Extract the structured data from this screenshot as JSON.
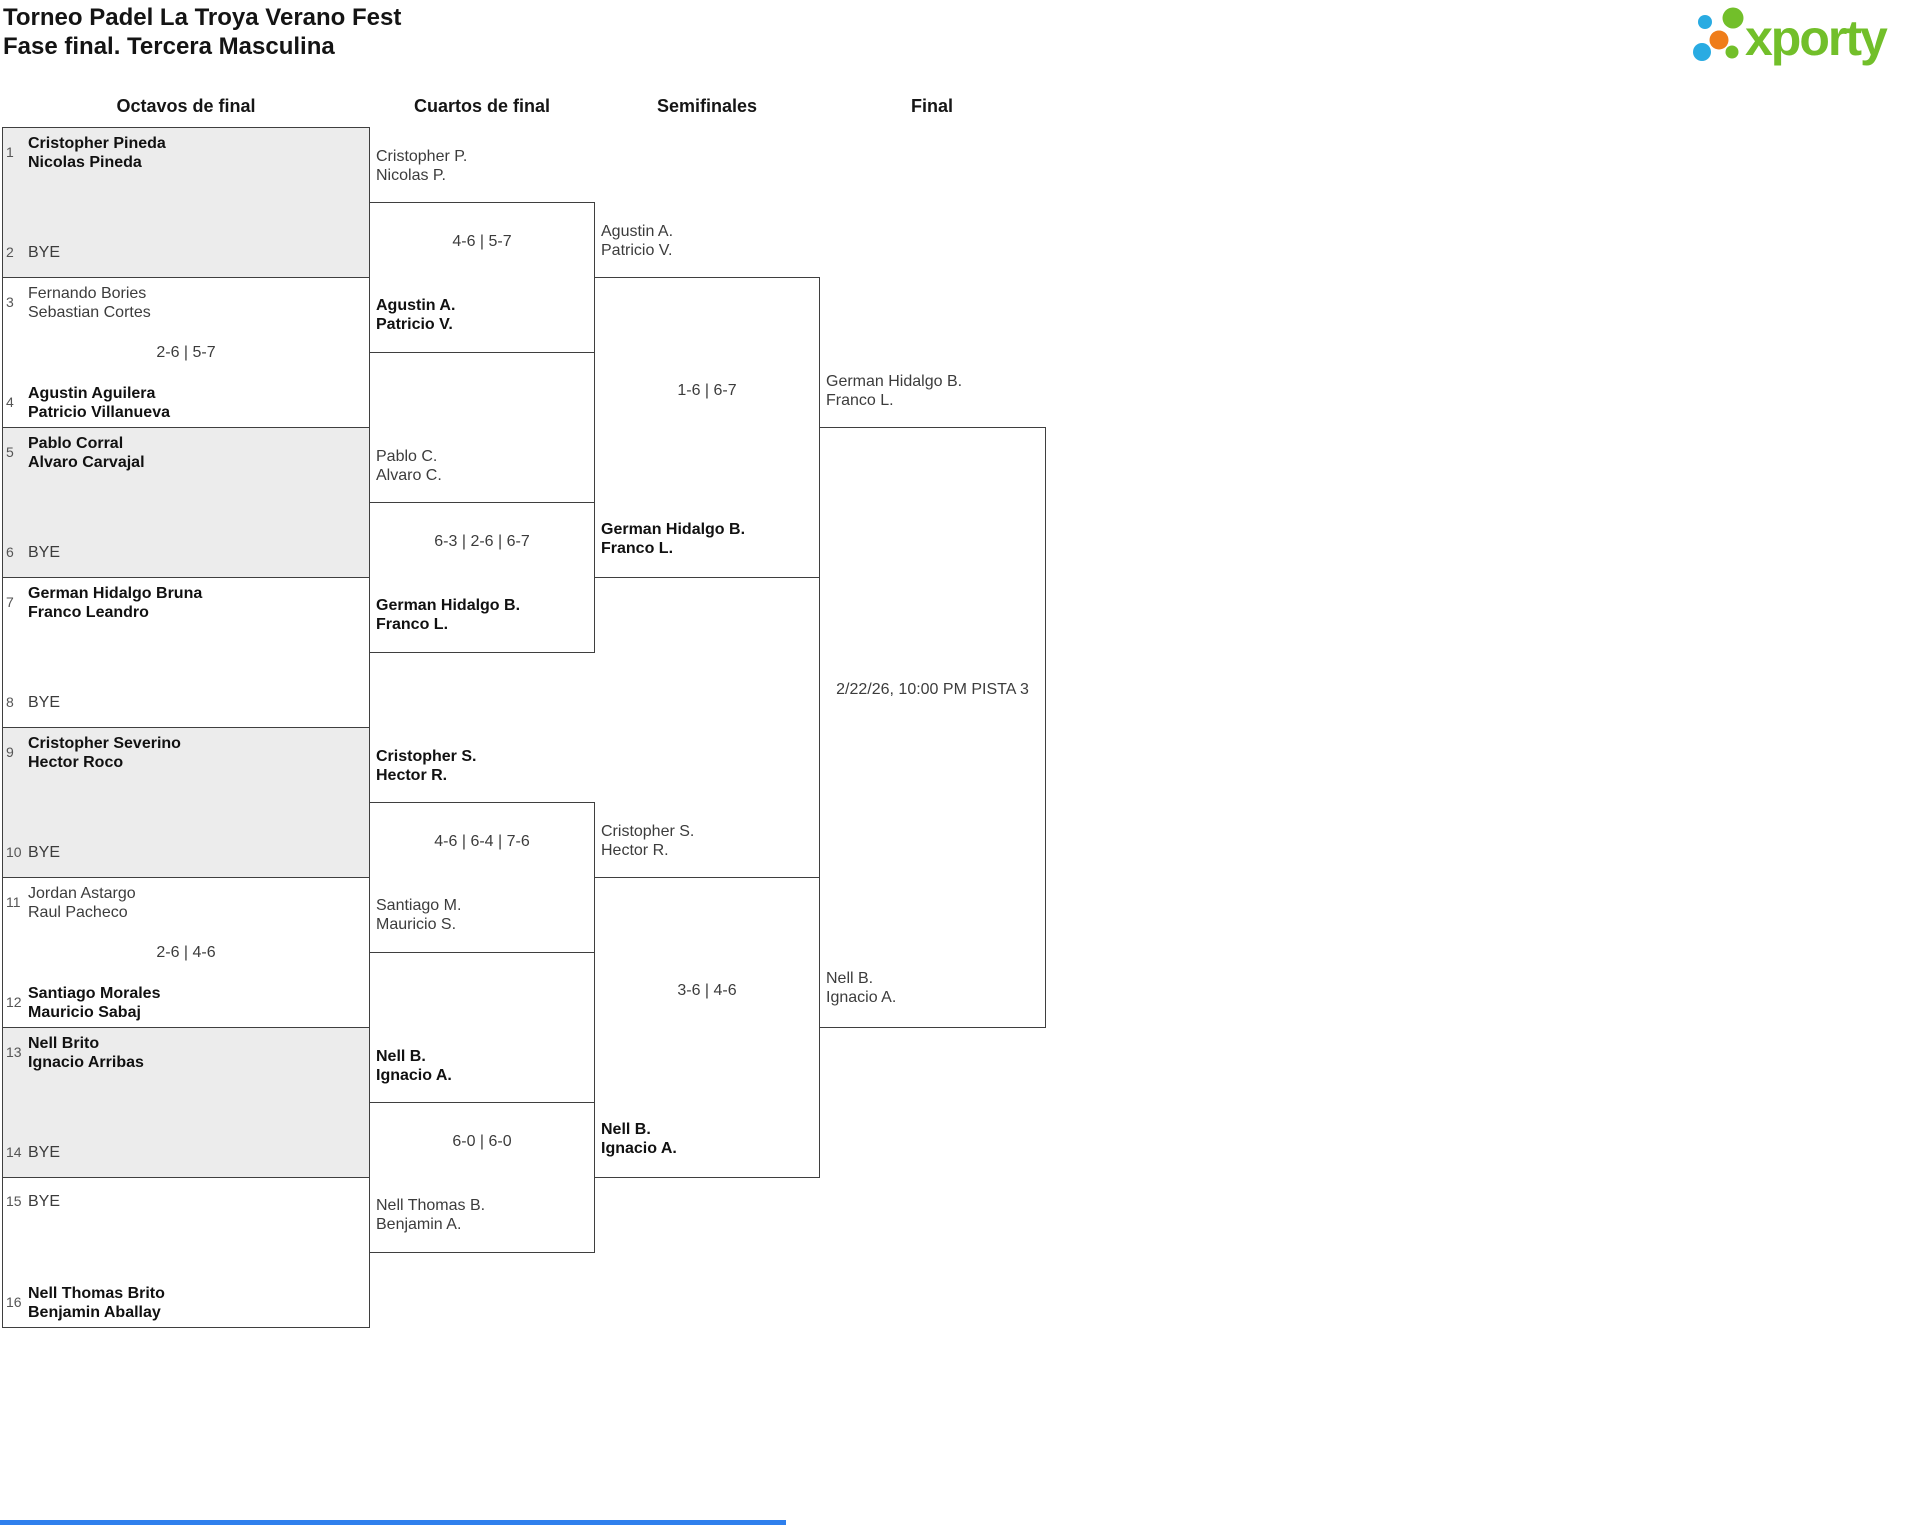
{
  "header": {
    "title_line1": "Torneo Padel La Troya Verano Fest",
    "title_line2": "Fase final. Tercera Masculina",
    "logo_text": "xporty"
  },
  "rounds": [
    "Octavos de final",
    "Cuartos de final",
    "Semifinales",
    "Final"
  ],
  "octavos": [
    {
      "seed_top": "1",
      "top": [
        "Cristopher Pineda",
        "Nicolas Pineda"
      ],
      "seed_bottom": "2",
      "bottom": [
        "BYE"
      ],
      "score": ""
    },
    {
      "seed_top": "3",
      "top": [
        "Fernando Bories",
        "Sebastian Cortes"
      ],
      "seed_bottom": "4",
      "bottom": [
        "Agustin Aguilera",
        "Patricio Villanueva"
      ],
      "score": "2-6 | 5-7"
    },
    {
      "seed_top": "5",
      "top": [
        "Pablo Corral",
        "Alvaro Carvajal"
      ],
      "seed_bottom": "6",
      "bottom": [
        "BYE"
      ],
      "score": ""
    },
    {
      "seed_top": "7",
      "top": [
        "German Hidalgo Bruna",
        "Franco Leandro"
      ],
      "seed_bottom": "8",
      "bottom": [
        "BYE"
      ],
      "score": ""
    },
    {
      "seed_top": "9",
      "top": [
        "Cristopher Severino",
        "Hector Roco"
      ],
      "seed_bottom": "10",
      "bottom": [
        "BYE"
      ],
      "score": ""
    },
    {
      "seed_top": "11",
      "top": [
        "Jordan Astargo",
        "Raul Pacheco"
      ],
      "seed_bottom": "12",
      "bottom": [
        "Santiago Morales",
        "Mauricio Sabaj"
      ],
      "score": "2-6 | 4-6"
    },
    {
      "seed_top": "13",
      "top": [
        "Nell Brito",
        "Ignacio Arribas"
      ],
      "seed_bottom": "14",
      "bottom": [
        "BYE"
      ],
      "score": ""
    },
    {
      "seed_top": "15",
      "top": [
        "BYE"
      ],
      "seed_bottom": "16",
      "bottom": [
        "Nell Thomas Brito",
        "Benjamin Aballay"
      ],
      "score": ""
    }
  ],
  "cuartos": [
    {
      "top": [
        "Cristopher P.",
        "Nicolas P."
      ],
      "score": "4-6 | 5-7",
      "bottom": [
        "Agustin A.",
        "Patricio V."
      ]
    },
    {
      "top": [
        "Pablo C.",
        "Alvaro C."
      ],
      "score": "6-3 | 2-6 | 6-7",
      "bottom": [
        "German Hidalgo B.",
        "Franco L."
      ]
    },
    {
      "top": [
        "Cristopher S.",
        "Hector R."
      ],
      "score": "4-6 | 6-4 | 7-6",
      "bottom": [
        "Santiago M.",
        "Mauricio S."
      ]
    },
    {
      "top": [
        "Nell B.",
        "Ignacio A."
      ],
      "score": "6-0 | 6-0",
      "bottom": [
        "Nell Thomas B.",
        "Benjamin A."
      ]
    }
  ],
  "semis": [
    {
      "top": [
        "Agustin A.",
        "Patricio V."
      ],
      "score": "1-6 | 6-7",
      "bottom": [
        "German Hidalgo B.",
        "Franco L."
      ]
    },
    {
      "top": [
        "Cristopher S.",
        "Hector R."
      ],
      "score": "3-6 | 4-6",
      "bottom": [
        "Nell B.",
        "Ignacio A."
      ]
    }
  ],
  "final": {
    "top": [
      "German Hidalgo B.",
      "Franco L."
    ],
    "info": "2/22/26, 10:00 PM PISTA 3",
    "bottom": [
      "Nell B.",
      "Ignacio A."
    ]
  },
  "colors": {
    "accent_blue": "#2f80ed",
    "shaded_box": "#ececec",
    "border": "#3f3f3f",
    "logo_green": "#72bf2a",
    "logo_blue": "#29abe2",
    "logo_orange": "#ef7d1a"
  }
}
